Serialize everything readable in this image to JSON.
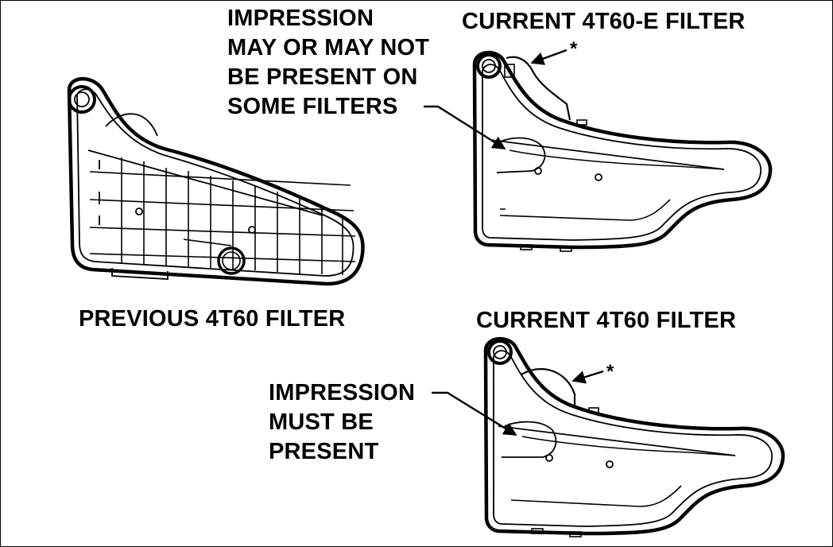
{
  "labels": {
    "impression_optional": [
      "IMPRESSION",
      "MAY OR MAY NOT",
      "BE PRESENT ON",
      "SOME FILTERS"
    ],
    "current_4t60e": "CURRENT 4T60-E FILTER",
    "previous_4t60": "PREVIOUS 4T60 FILTER",
    "current_4t60": "CURRENT 4T60 FILTER",
    "impression_required": [
      "IMPRESSION",
      "MUST BE",
      "PRESENT"
    ],
    "asterisk_top": "*",
    "asterisk_bottom": "*"
  },
  "colors": {
    "ink": "#000000",
    "paper": "#ffffff"
  }
}
